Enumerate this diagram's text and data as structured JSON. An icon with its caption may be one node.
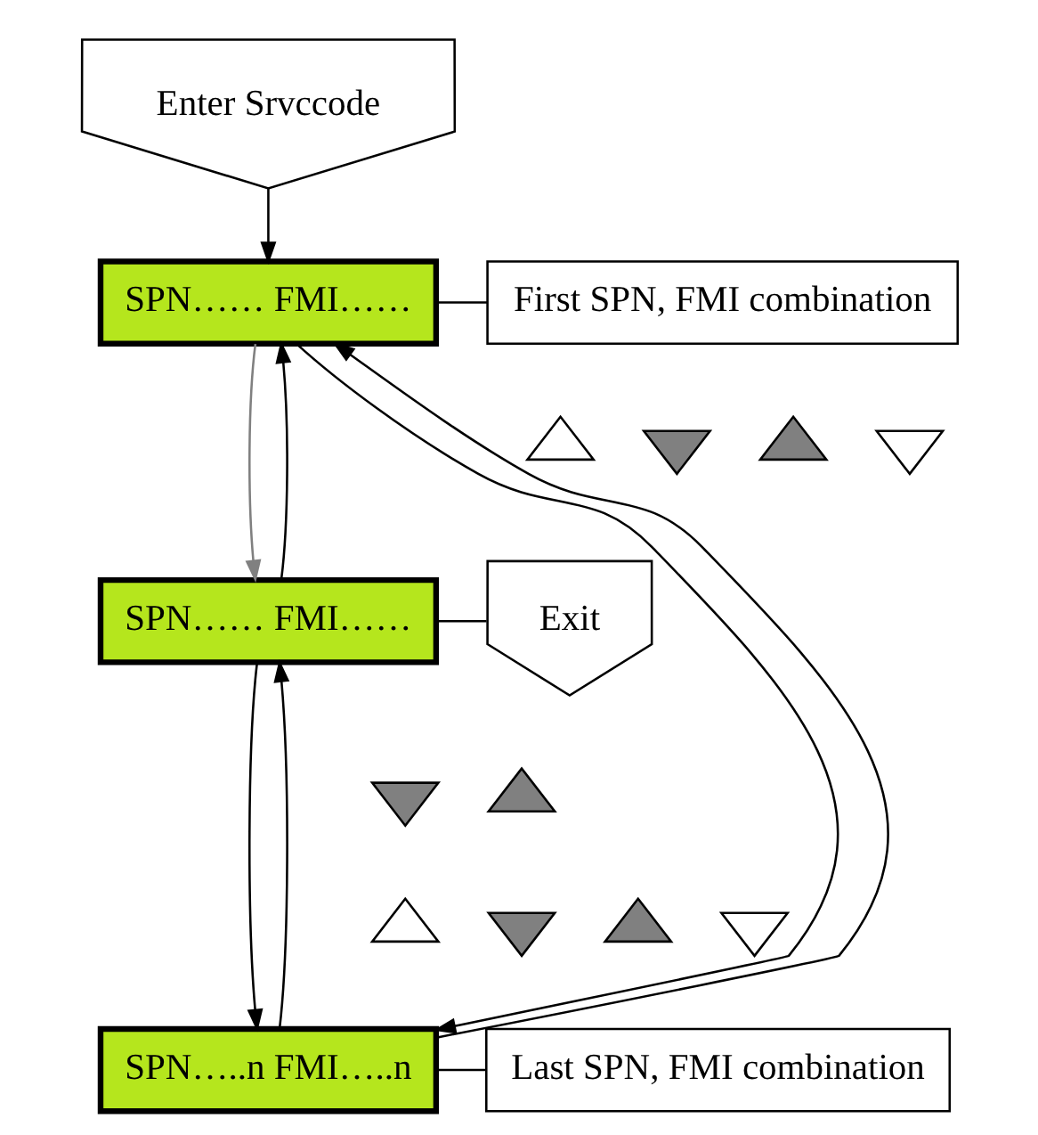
{
  "diagram": {
    "nodes": [
      {
        "text": [
          "Enter Srvccode"
        ]
      },
      {
        "text": [
          "SPN…… FMI……"
        ]
      },
      {
        "text": [
          "First SPN, FMI combination"
        ]
      },
      {
        "text": [
          "SPN…… FMI……"
        ]
      },
      {
        "text": [
          "Exit"
        ]
      },
      {
        "text": [
          "SPN…..n FMI…..n"
        ]
      },
      {
        "text": [
          "Last SPN, FMI combination"
        ]
      },
      {
        "text": [],
        "shape": "triangle"
      },
      {
        "text": [],
        "shape": "triangle"
      },
      {
        "text": [],
        "shape": "triangle"
      },
      {
        "text": [],
        "shape": "triangle"
      },
      {
        "text": [],
        "shape": "triangle"
      },
      {
        "text": [],
        "shape": "triangle"
      },
      {
        "text": [],
        "shape": "triangle"
      },
      {
        "text": [],
        "shape": "triangle"
      },
      {
        "text": [],
        "shape": "triangle"
      },
      {
        "text": [],
        "shape": "triangle"
      }
    ],
    "edges": [
      {
        "from": 0,
        "to": 1,
        "arrow": "to"
      },
      {
        "from": 1,
        "to": 2,
        "arrow": "none"
      },
      {
        "from": 1,
        "to": 3,
        "arrow": "to",
        "color": "#808080"
      },
      {
        "from": 3,
        "to": 1,
        "arrow": "to"
      },
      {
        "from": 3,
        "to": 4,
        "arrow": "none"
      },
      {
        "from": 3,
        "to": 5,
        "arrow": "to"
      },
      {
        "from": 5,
        "to": 3,
        "arrow": "to"
      },
      {
        "from": 5,
        "to": 6,
        "arrow": "none"
      },
      {
        "from": 1,
        "to": 5,
        "arrow": "to"
      },
      {
        "from": 5,
        "to": 1,
        "arrow": "to"
      }
    ]
  }
}
